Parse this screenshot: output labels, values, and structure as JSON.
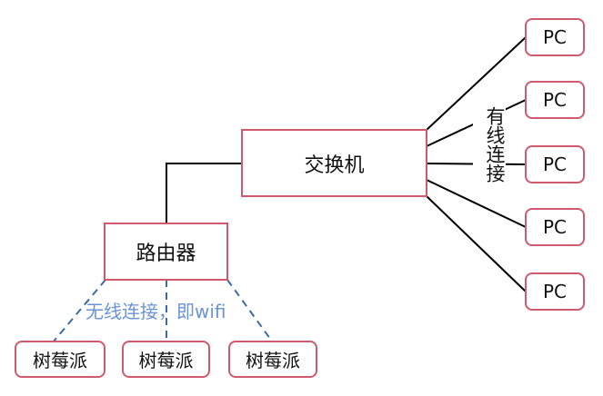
{
  "nodes": {
    "switch": "交换机",
    "router": "路由器",
    "pcs": [
      "PC",
      "PC",
      "PC",
      "PC",
      "PC"
    ],
    "raspberry_pis": [
      "树莓派",
      "树莓派",
      "树莓派"
    ]
  },
  "labels": {
    "wired": "有线连接",
    "wireless": "无线连接，即wifi"
  },
  "colors": {
    "node_border": "#cf5a6e",
    "solid_edge": "#000000",
    "wireless_edge": "#3c69a8",
    "wireless_label": "#6a93d4"
  }
}
